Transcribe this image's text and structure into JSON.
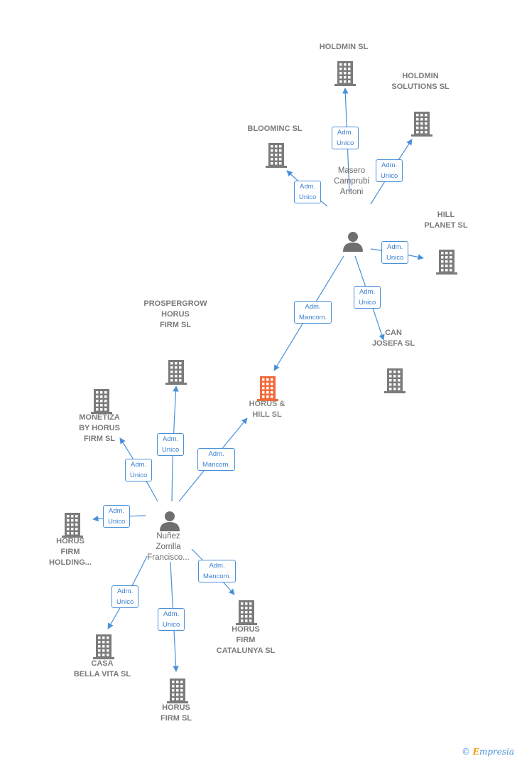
{
  "persons": [
    {
      "id": "masero",
      "label": "Masero\nCamprubi\nAntoni"
    },
    {
      "id": "nunez",
      "label": "Nuñez\nZorrilla\nFrancisco..."
    }
  ],
  "companies": [
    {
      "id": "holdmin",
      "label": "HOLDMIN  SL",
      "main": false
    },
    {
      "id": "holdmin_sol",
      "label": "HOLDMIN\nSOLUTIONS  SL",
      "main": false
    },
    {
      "id": "bloominc",
      "label": "BLOOMINC  SL",
      "main": false
    },
    {
      "id": "hill_planet",
      "label": "HILL\nPLANET  SL",
      "main": false
    },
    {
      "id": "can_josefa",
      "label": "CAN\nJOSEFA  SL",
      "main": false
    },
    {
      "id": "horus_hill",
      "label": "HORUS &\nHILL  SL",
      "main": true
    },
    {
      "id": "prospergrow",
      "label": "PROSPERGROW\nHORUS\nFIRM  SL",
      "main": false
    },
    {
      "id": "monetiza",
      "label": "MONETIZA\nBY HORUS\nFIRM  SL",
      "main": false
    },
    {
      "id": "horus_holding",
      "label": "HORUS\nFIRM\nHOLDING...",
      "main": false
    },
    {
      "id": "casa_bella",
      "label": "CASA\nBELLA VITA  SL",
      "main": false
    },
    {
      "id": "horus_firm",
      "label": "HORUS\nFIRM  SL",
      "main": false
    },
    {
      "id": "horus_cat",
      "label": "HORUS\nFIRM\nCATALUNYA  SL",
      "main": false
    }
  ],
  "edges": [
    {
      "from": "masero",
      "to": "holdmin",
      "label": "Adm.\nUnico"
    },
    {
      "from": "masero",
      "to": "holdmin_sol",
      "label": "Adm.\nUnico"
    },
    {
      "from": "masero",
      "to": "bloominc",
      "label": "Adm.\nUnico"
    },
    {
      "from": "masero",
      "to": "hill_planet",
      "label": "Adm.\nUnico"
    },
    {
      "from": "masero",
      "to": "can_josefa",
      "label": "Adm.\nUnico"
    },
    {
      "from": "masero",
      "to": "horus_hill",
      "label": "Adm.\nMancom."
    },
    {
      "from": "nunez",
      "to": "horus_hill",
      "label": "Adm.\nMancom."
    },
    {
      "from": "nunez",
      "to": "prospergrow",
      "label": "Adm.\nUnico"
    },
    {
      "from": "nunez",
      "to": "monetiza",
      "label": "Adm.\nUnico"
    },
    {
      "from": "nunez",
      "to": "horus_holding",
      "label": "Adm.\nUnico"
    },
    {
      "from": "nunez",
      "to": "casa_bella",
      "label": "Adm.\nUnico"
    },
    {
      "from": "nunez",
      "to": "horus_firm",
      "label": "Adm.\nUnico"
    },
    {
      "from": "nunez",
      "to": "horus_cat",
      "label": "Adm.\nMancom."
    }
  ],
  "colors": {
    "edge": "#4a90d9",
    "building": "#7b7b7b",
    "main_building": "#f26a3a",
    "person": "#6f6f6f"
  },
  "brand": {
    "copyright": "©",
    "name": "mpresia",
    "initial": "E"
  }
}
